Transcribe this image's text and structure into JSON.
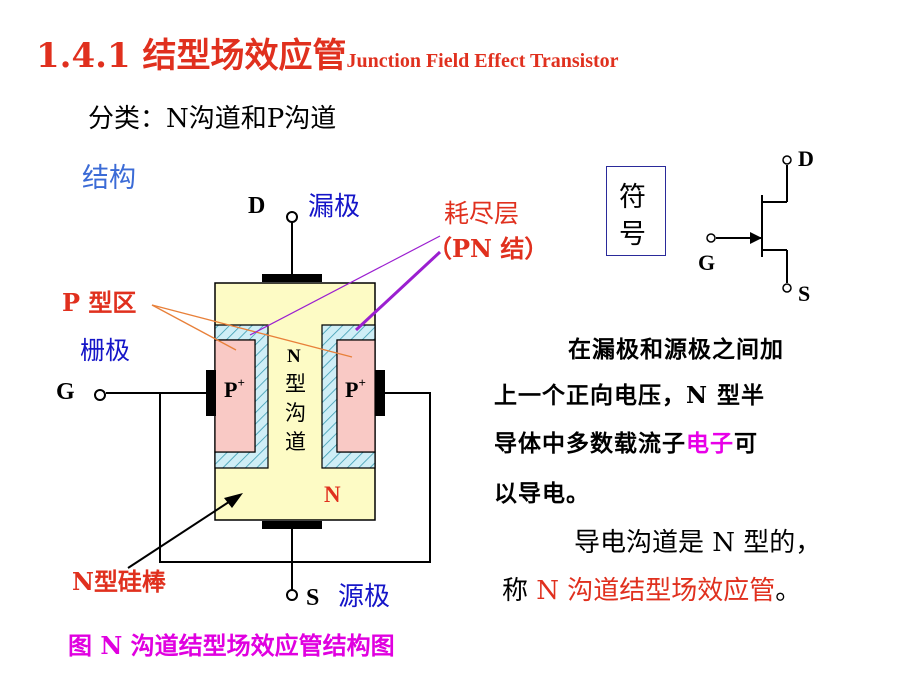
{
  "title": {
    "number": "1.4.1",
    "cn": "结型场效应管",
    "en": "Junction Field Effect Transistor"
  },
  "classification": "分类：N沟道和P沟道",
  "structure_heading": "结构",
  "labels": {
    "drain_letter": "D",
    "drain_cn": "漏极",
    "depletion": "耗尽层",
    "pn_junction": "（PN 结）",
    "p_region": "P 型区",
    "gate_cn": "栅极",
    "gate_letter": "G",
    "p_plus": "P",
    "p_plus_sup": "+",
    "channel_chars": [
      "N",
      "型",
      "沟",
      "道"
    ],
    "n_body": "N",
    "silicon_rod": "N型硅棒",
    "source_letter": "S",
    "source_cn": "源极"
  },
  "symbol": {
    "title_top": "符",
    "title_bottom": "号",
    "d": "D",
    "g": "G",
    "s": "S"
  },
  "paragraph": {
    "line1": "在漏极和源极之间加",
    "line2": "上一个正向电压，N 型半",
    "line3_a": "导体中多数载流子",
    "line3_b": "电子",
    "line3_c": "可",
    "line4": "以导电。"
  },
  "conclusion": {
    "line1": "导电沟道是 N 型的，",
    "line2_a": "称 ",
    "line2_b": "N 沟道结型场效应管",
    "line2_c": "。"
  },
  "caption": "图    N 沟道结型场效应管结构图",
  "colors": {
    "title": "#e0301e",
    "blue": "#1515c8",
    "heading": "#3b6bd6",
    "magenta": "#e800e8",
    "body": "#fdfbc5",
    "p_region": "#f9c9c5",
    "depletion": "#cfeef6",
    "purple_line": "#9b1fd0"
  }
}
